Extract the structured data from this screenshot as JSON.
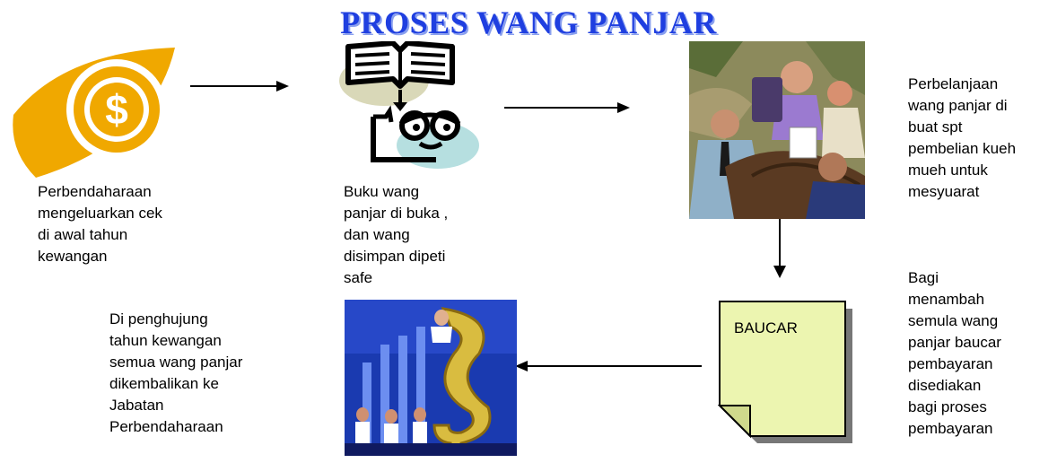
{
  "title": "PROSES WANG PANJAR",
  "steps": {
    "cheque": "Perbendaharaan\nmengeluarkan cek\ndi awal tahun\nkewangan",
    "book": " Buku wang\npanjar di buka ,\ndan wang\ndisimpan dipeti\nsafe",
    "spend": "Perbelanjaan\nwang panjar di\nbuat spt\npembelian kueh\nmueh untuk\nmesyuarat",
    "replenish": "Bagi\nmenambah\nsemula wang\npanjar baucar\npembayaran\ndisediakan\nbagi proses\npembayaran",
    "return": "Di penghujung\ntahun kewangan\nsemua wang panjar\ndikembalikan ke\nJabatan\nPerbendaharaan"
  },
  "voucher_label": "BAUCAR",
  "colors": {
    "title": "#1f3fe0",
    "coin_gold": "#f0a800",
    "voucher_fill": "#ecf5b0"
  },
  "icons": [
    "dollar-coin-icon",
    "book-reader-icon",
    "meeting-icon",
    "voucher-document-icon",
    "money-growth-icon"
  ]
}
